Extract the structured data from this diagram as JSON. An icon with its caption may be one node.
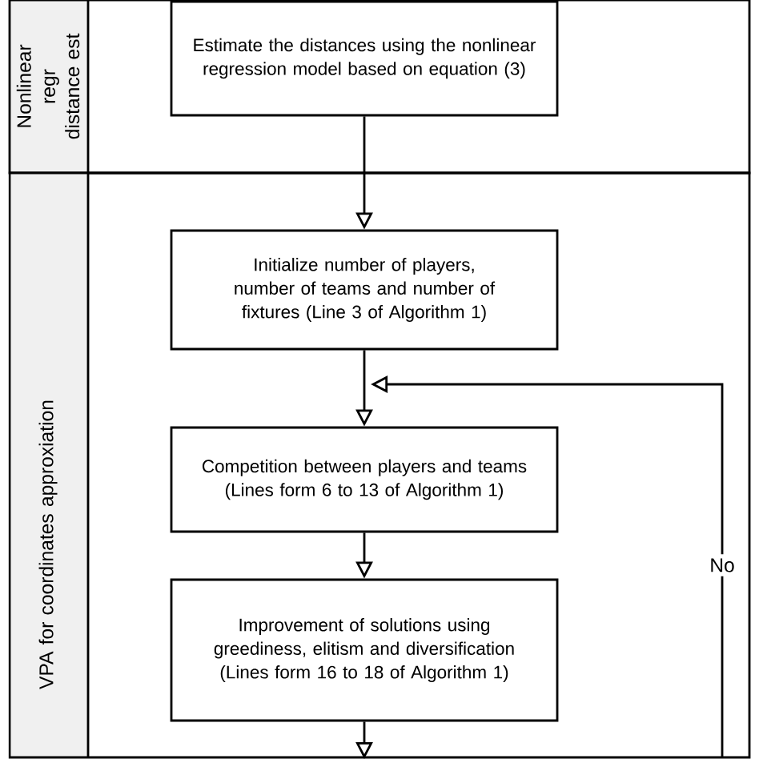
{
  "diagram": {
    "nodes": [
      {
        "text": [
          "Nonlinear regr distance est"
        ]
      },
      {
        "text": [
          "Estimate the distances using the nonlinear regression model based on equation (3)"
        ],
        "in": 0
      },
      {
        "text": [
          "VPA for coordinates approxiation"
        ]
      },
      {
        "text": [
          "Initialize number of players, number of teams and number of fixtures (Line 3 of Algorithm 1)"
        ],
        "in": 2
      },
      {
        "text": [
          "Competition between players and teams (Lines form 6 to 13 of Algorithm 1)"
        ],
        "in": 2
      },
      {
        "text": [
          "Improvement of solutions using greediness, elitism and diversification (Lines form 16 to 18 of Algorithm 1)"
        ],
        "in": 2
      }
    ],
    "edges": [
      {
        "from": 1,
        "to": 3,
        "arrow": "to"
      },
      {
        "from": 3,
        "to": 4,
        "arrow": "to"
      },
      {
        "from": 4,
        "to": 5,
        "arrow": "to"
      },
      {
        "from": 5,
        "to": null,
        "arrow": "to"
      },
      {
        "from": null,
        "to": 4,
        "arrow": "to",
        "label": "No"
      }
    ]
  }
}
